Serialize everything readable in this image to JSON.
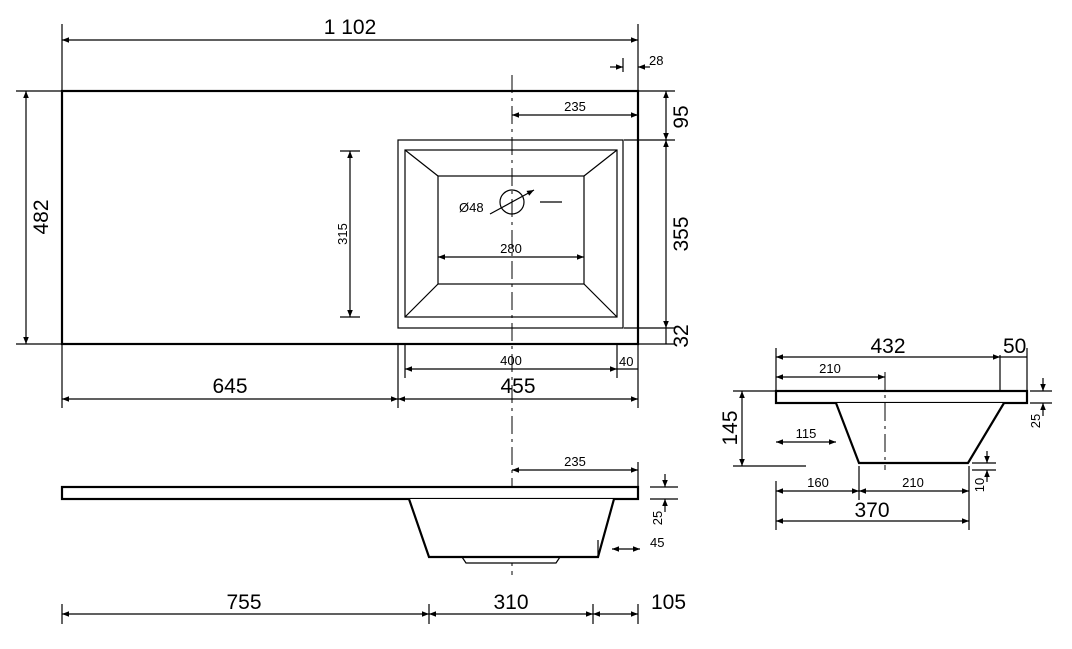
{
  "plan_view": {
    "overall_width": "1 102",
    "edge_offset": "28",
    "depth": "482",
    "top_to_bowl": "95",
    "bowl_depth": "355",
    "bowl_to_front": "32",
    "center_from_right": "235",
    "bowl_inner_depth": "315",
    "bowl_inner_width": "280",
    "drain_hole": "Ø48",
    "left_section": "645",
    "right_section": "455",
    "bowl_width": "400",
    "bowl_right_margin": "40"
  },
  "front_view": {
    "center_from_right": "235",
    "slab_thickness": "25",
    "bowl_right_offset": "45",
    "left_segment": "755",
    "bowl_segment": "310",
    "right_segment": "105"
  },
  "side_view": {
    "overall_depth": "432",
    "back_margin": "50",
    "center_from_front": "210",
    "total_height": "145",
    "slab_thickness": "25",
    "drain_from_front": "115",
    "front_margin": "160",
    "bowl_center_to_back": "210",
    "bottom_thickness": "10",
    "bowl_span": "370"
  }
}
